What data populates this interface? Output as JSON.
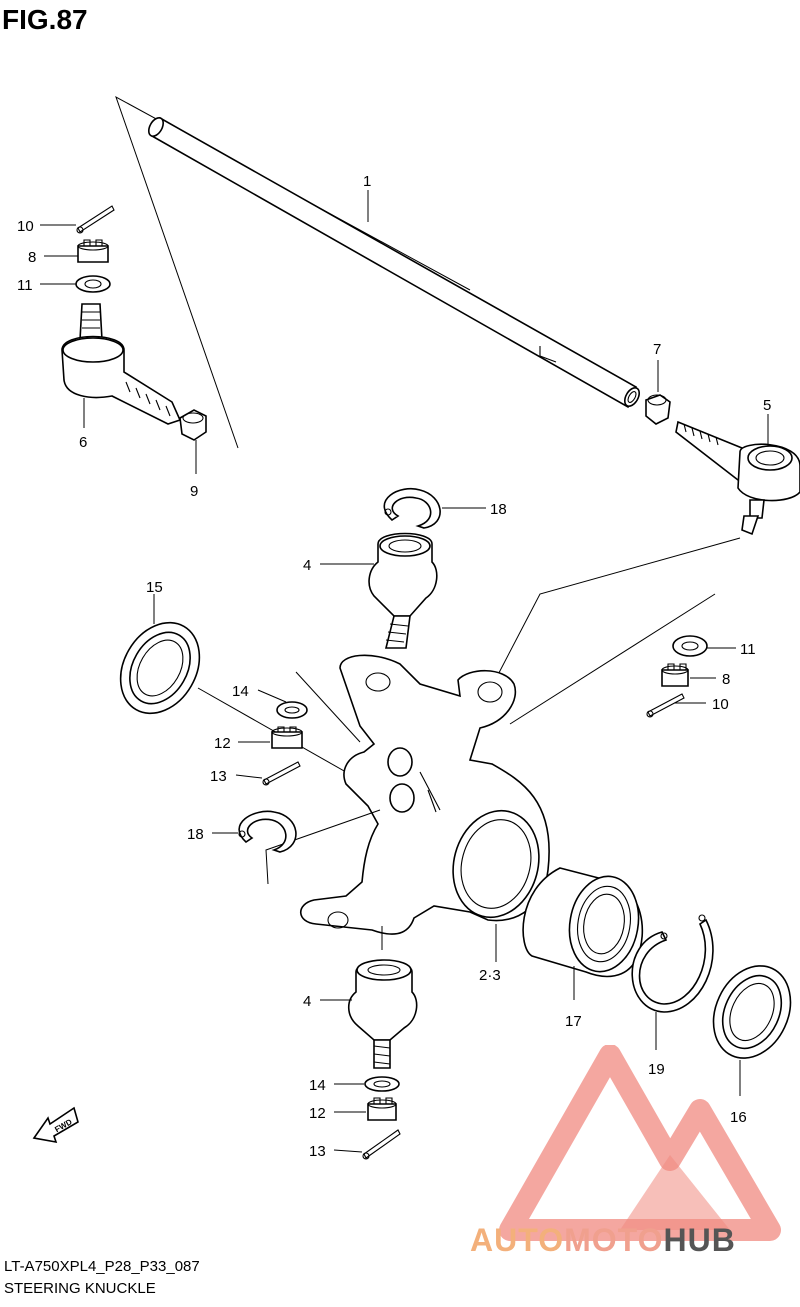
{
  "figure": {
    "title": "FIG.87"
  },
  "caption": {
    "model_code": "LT-A750XPL4_P28_P33_087",
    "name": "STEERING KNUCKLE"
  },
  "direction_label": "FWD",
  "watermark": {
    "part1": "AUTO",
    "part2": "MOTO",
    "part3": "HUB"
  },
  "callouts": {
    "c1": "1",
    "c2_3": "2·3",
    "c4_top": "4",
    "c4_bottom": "4",
    "c5": "5",
    "c6": "6",
    "c7": "7",
    "c8_left": "8",
    "c8_right": "8",
    "c9": "9",
    "c10_left": "10",
    "c10_right": "10",
    "c11_left": "11",
    "c11_right": "11",
    "c12_upper": "12",
    "c12_lower": "12",
    "c13_upper": "13",
    "c13_lower": "13",
    "c14_upper": "14",
    "c14_lower": "14",
    "c15": "15",
    "c16": "16",
    "c17": "17",
    "c18_top": "18",
    "c18_mid": "18",
    "c19": "19"
  },
  "colors": {
    "watermark_red": "#f08a80",
    "watermark_orange": "#f3b07b",
    "watermark_gray": "#555555"
  }
}
